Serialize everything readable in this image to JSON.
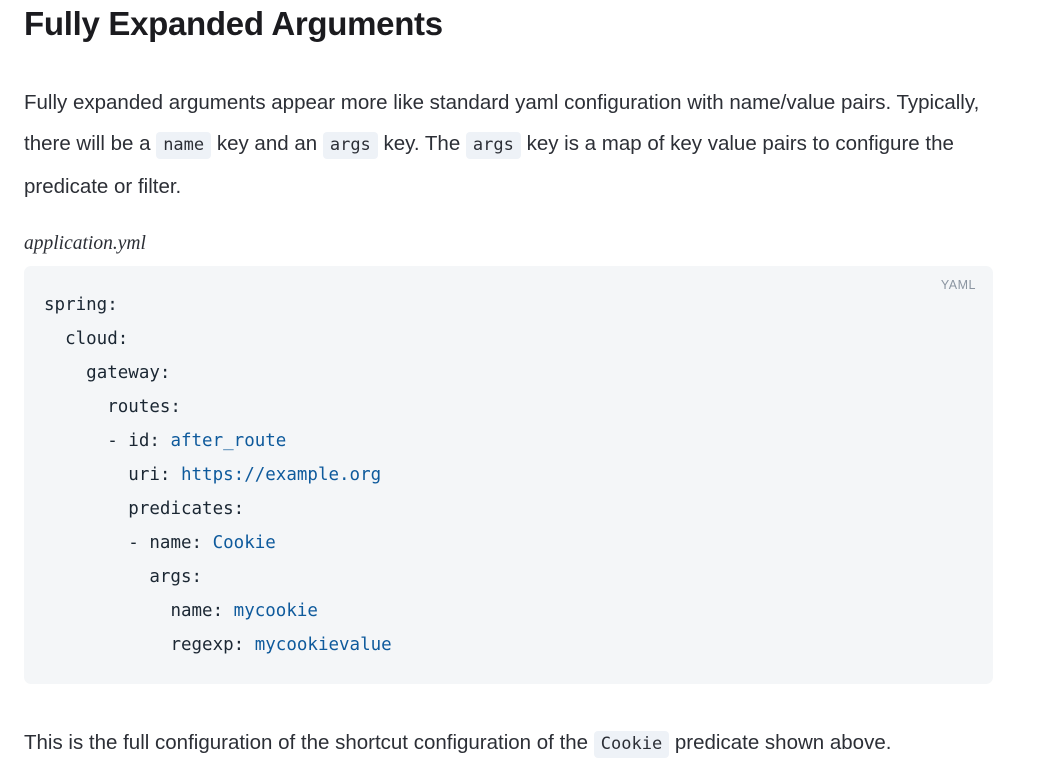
{
  "document": {
    "heading": "Fully Expanded Arguments",
    "intro_paragraph": {
      "segment_1": "Fully expanded arguments appear more like standard yaml configuration with name/value pairs. Typically, there will be a ",
      "code_1": "name",
      "segment_2": " key and an ",
      "code_2": "args",
      "segment_3": " key. The ",
      "code_3": "args",
      "segment_4": " key is a map of key value pairs to configure the predicate or filter."
    },
    "code_example": {
      "caption": "application.yml",
      "language_label": "YAML",
      "lines": [
        {
          "indent": "",
          "key": "spring:",
          "value": ""
        },
        {
          "indent": "  ",
          "key": "cloud:",
          "value": ""
        },
        {
          "indent": "    ",
          "key": "gateway:",
          "value": ""
        },
        {
          "indent": "      ",
          "key": "routes:",
          "value": ""
        },
        {
          "indent": "      ",
          "key": "- id: ",
          "value": "after_route"
        },
        {
          "indent": "        ",
          "key": "uri: ",
          "value": "https://example.org"
        },
        {
          "indent": "        ",
          "key": "predicates:",
          "value": ""
        },
        {
          "indent": "        ",
          "key": "- name: ",
          "value": "Cookie"
        },
        {
          "indent": "          ",
          "key": "args:",
          "value": ""
        },
        {
          "indent": "            ",
          "key": "name: ",
          "value": "mycookie"
        },
        {
          "indent": "            ",
          "key": "regexp: ",
          "value": "mycookievalue"
        }
      ],
      "raw_text": "spring:\n  cloud:\n    gateway:\n      routes:\n      - id: after_route\n        uri: https://example.org\n        predicates:\n        - name: Cookie\n          args:\n            name: mycookie\n            regexp: mycookievalue"
    },
    "outro_paragraph": {
      "segment_1": "This is the full configuration of the shortcut configuration of the ",
      "code_1": "Cookie",
      "segment_2": " predicate shown above."
    }
  },
  "colors": {
    "page_background": "#ffffff",
    "text": "#2c2f36",
    "heading": "#1b1b1f",
    "code_block_background": "#f4f6f8",
    "inline_code_background": "#eef2f7",
    "code_key": "#1b2733",
    "code_value": "#0e5a9c",
    "language_label": "#8b95a1"
  }
}
